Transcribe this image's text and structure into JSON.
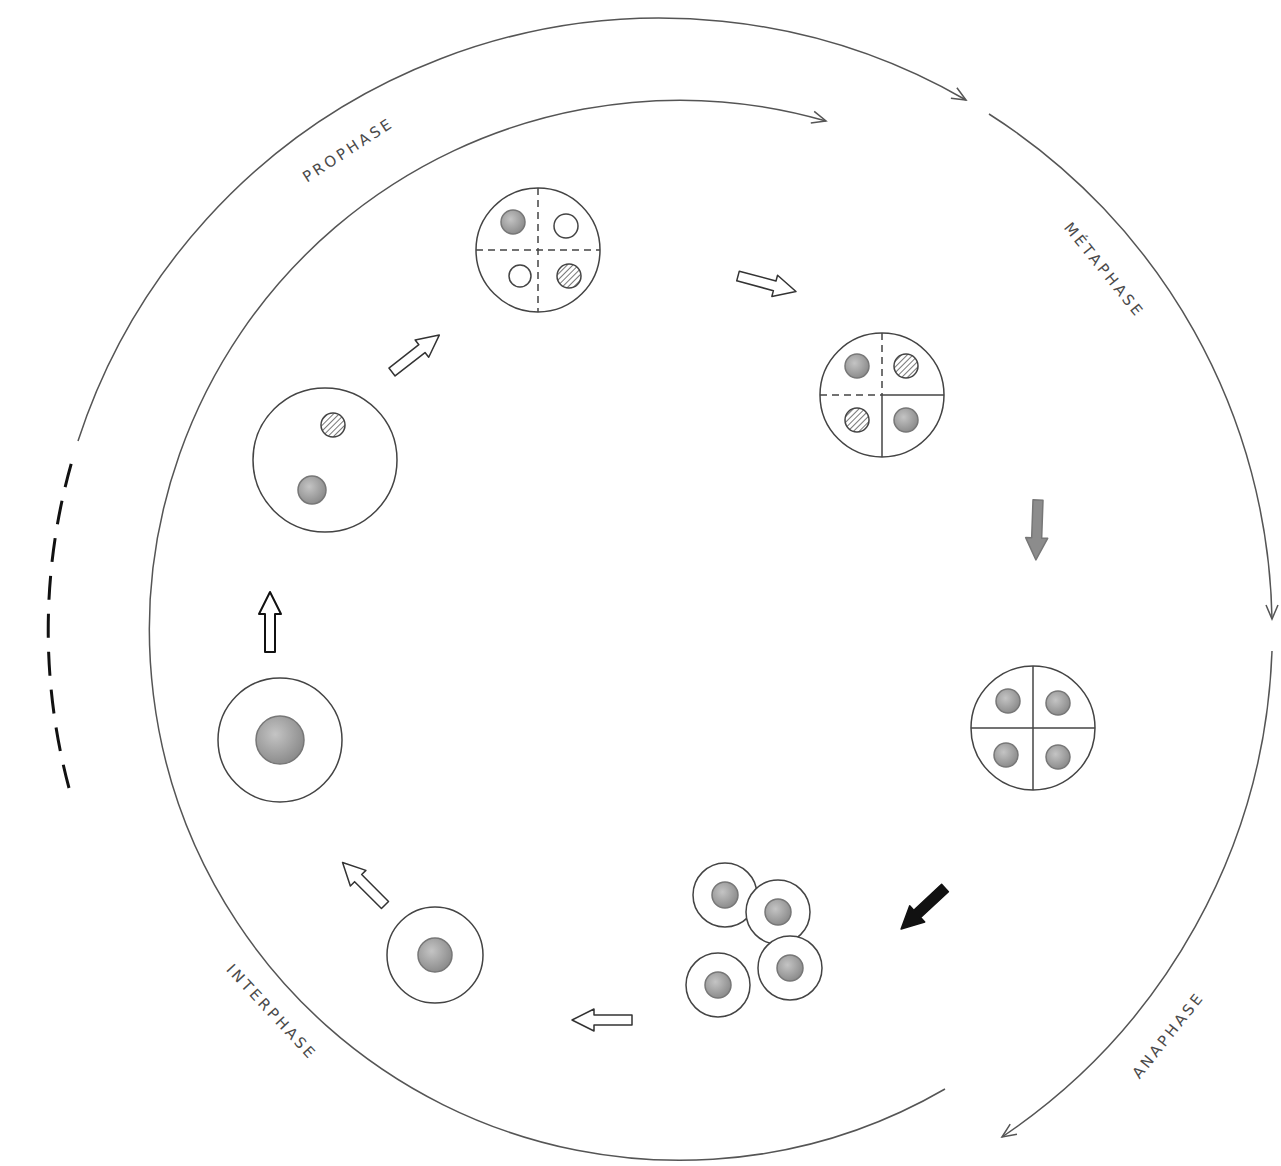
{
  "diagram": {
    "labels": [
      "PROPHASE",
      "MÉTAPHASE",
      "ANAPHASE",
      "INTERPHASE"
    ]
  }
}
